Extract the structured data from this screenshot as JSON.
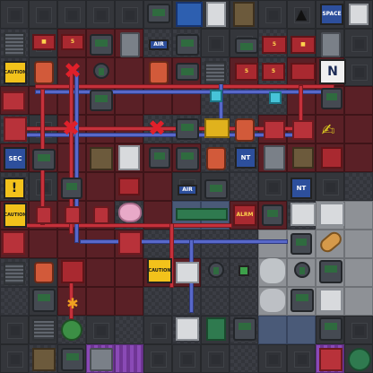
{
  "scene": {
    "grid_cols": 13,
    "grid_rows": 13,
    "tile_map": [
      "FFFFFFFFFFFFF",
      "DFRRRDDFFDFFF",
      "DFRRRRRDRDRRF",
      "RRRRRRRDDDRRR",
      "DFRRRDDDDRRRR",
      "RRRRRRRDDRRRR",
      "DFRRRRFFDFFFD",
      "RRRRDRGGRRDLL",
      "RRRRRDDDDLLLL",
      "DFRRRRRDDLLLL",
      "DFRRRDDDDLLLL",
      "FFDFDFDFDGGFF",
      "FDFPPFFFDFFPF"
    ],
    "colors": {
      "red_floor": "#5a2026",
      "dark_floor": "#34363b",
      "light_floor": "#8e9196",
      "red_pipe": "#c5313b",
      "blue_pipe": "#5868c9",
      "hazard_yellow": "#f2c21b",
      "purple_floor": "#7b3fa3"
    }
  },
  "signs": {
    "caution_1": "CAUTION",
    "caution_2": "CAUTION",
    "caution_3": "CAUTION",
    "space": "SPACE",
    "sec": "SEC",
    "nt_logo": "N",
    "air_1": "AIR",
    "air_2": "AIR",
    "alarm": "ALRM",
    "nt_1": "NT",
    "nt_2": "NT"
  },
  "objects": [
    {
      "icon": "computer-icon"
    },
    {
      "icon": "locker-icon"
    },
    {
      "icon": "camera-icon"
    },
    {
      "icon": "vent-icon"
    },
    {
      "icon": "chair-icon"
    },
    {
      "icon": "robot-icon"
    },
    {
      "icon": "plant-icon"
    },
    {
      "icon": "crate-icon"
    },
    {
      "icon": "fridge-icon"
    },
    {
      "icon": "bat-icon"
    },
    {
      "icon": "wrench-icon"
    }
  ]
}
